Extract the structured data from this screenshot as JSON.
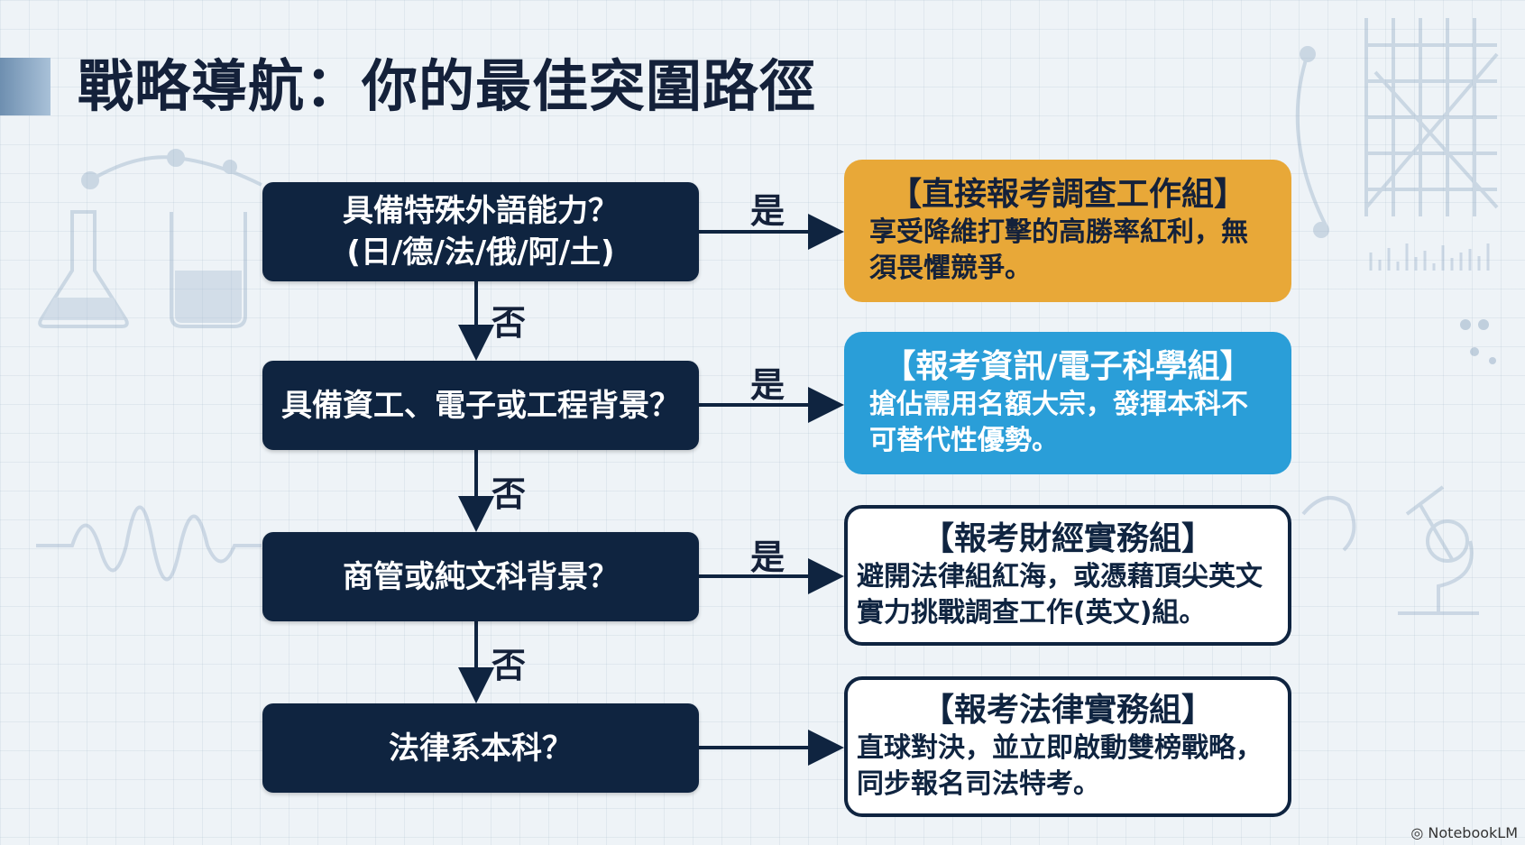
{
  "title": "戰略導航：你的最佳突圍路徑",
  "questions": [
    {
      "line1": "具備特殊外語能力？",
      "line2": "(日/德/法/俄/阿/土)"
    },
    {
      "line1": "具備資工、電子或工程背景？",
      "line2": ""
    },
    {
      "line1": "商管或純文科背景？",
      "line2": ""
    },
    {
      "line1": "法律系本科？",
      "line2": ""
    }
  ],
  "labels": {
    "yes": "是",
    "no": "否"
  },
  "results": [
    {
      "title": "【直接報考調查工作組】",
      "body": "享受降維打擊的高勝率紅利，無須畏懼競爭。",
      "color": "#e8a838"
    },
    {
      "title": "【報考資訊/電子科學組】",
      "body": "搶佔需用名額大宗，發揮本科不可替代性優勢。",
      "color": "#2a9ed8"
    },
    {
      "title": "【報考財經實務組】",
      "body": "避開法律組紅海，或憑藉頂尖英文實力挑戰調查工作(英文)組。",
      "color": "#ffffff"
    },
    {
      "title": "【報考法律實務組】",
      "body": "直球對決，並立即啟動雙榜戰略，同步報名司法特考。",
      "color": "#ffffff"
    }
  ],
  "brand": "NotebookLM",
  "colors": {
    "dark_navy": "#0f2440",
    "accent_orange": "#e8a838",
    "accent_blue": "#2a9ed8"
  }
}
